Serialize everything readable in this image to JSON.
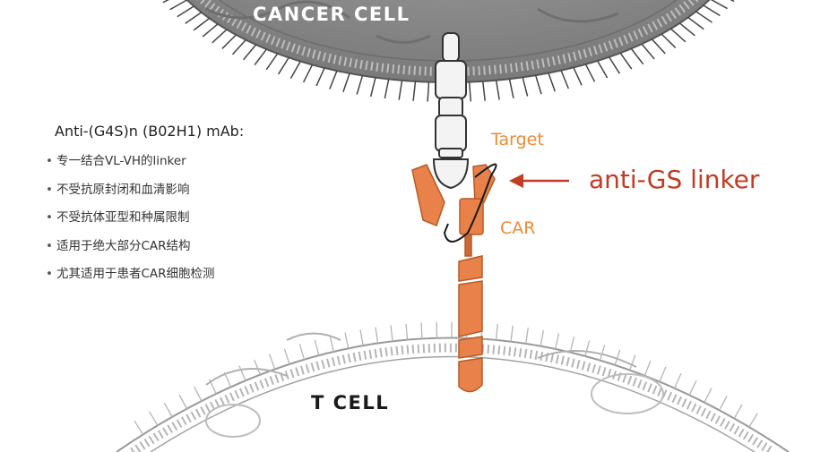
{
  "labels": {
    "cancer_cell": "CANCER CELL",
    "t_cell": "T CELL",
    "target": "Target",
    "car": "CAR",
    "anti_gs_linker": "anti-GS linker"
  },
  "antibody": {
    "title": "Anti-(G4S)n (B02H1) mAb:",
    "bullets": [
      "专一结合VL-VH的linker",
      "不受抗原封闭和血清影响",
      "不受抗体亚型和种属限制",
      "适用于绝大部分CAR结构",
      "尤其适用于患者CAR细胞检测"
    ]
  },
  "colors": {
    "car_orange": "#e8824a",
    "label_orange": "#ef8a37",
    "arrow_red": "#c23b22",
    "cancer_cell_grey": "#8a8a8a"
  }
}
